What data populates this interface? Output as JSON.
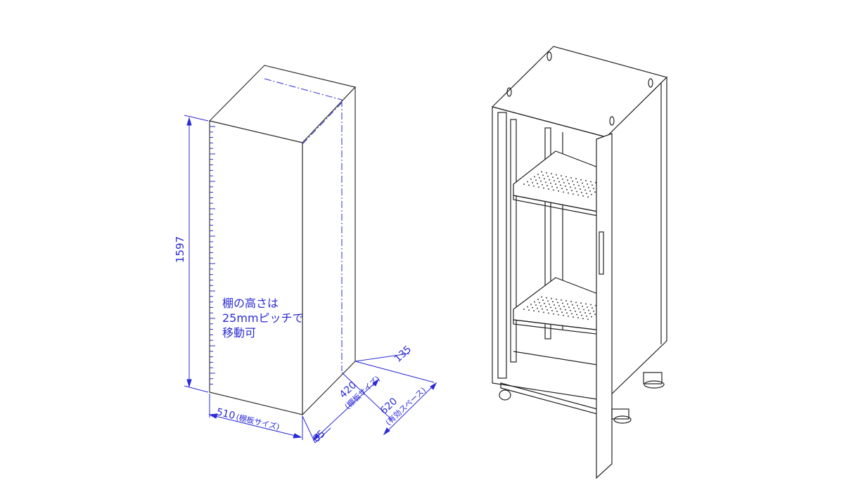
{
  "dimensions": {
    "height": "1597",
    "width": "510",
    "width_note": "(棚板サイズ)",
    "depth_shelf": "420",
    "depth_shelf_note": "(棚板サイズ)",
    "depth_space": "620",
    "depth_space_note": "(有効スペース)",
    "front_offset": "65",
    "rear_offset": "135"
  },
  "note_lines": [
    "棚の高さは",
    "25mmピッチで",
    "移動可"
  ],
  "colors": {
    "dimension": "#2b2bd6",
    "outline": "#222222"
  }
}
